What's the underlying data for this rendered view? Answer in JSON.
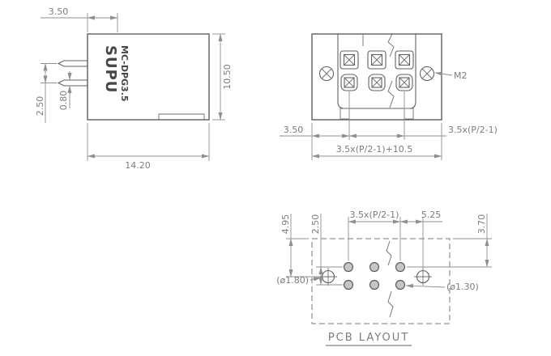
{
  "side_view": {
    "brand": "SUPU",
    "model": "MC-DPG3.5",
    "dim_top": "3.50",
    "dim_height": "10.50",
    "dim_width": "14.20",
    "dim_pin_pitch": "2.50",
    "dim_pin_size": "0.80"
  },
  "front_view": {
    "screw_label": "M2",
    "dim_edge_offset": "3.50",
    "dim_pitch": "3.5x(P/2-1)",
    "dim_overall": "3.5x(P/2-1)+10.5"
  },
  "pcb_view": {
    "caption": "PCB LAYOUT",
    "dim_hole_v": "4.95",
    "dim_row_pitch": "2.50",
    "dim_pitch": "3.5x(P/2-1)",
    "dim_hole_offset": "5.25",
    "dim_pad_v": "3.70",
    "hole_dia_mount": "(ø1.80)",
    "hole_dia_pad": "(ø1.30)"
  },
  "colors": {
    "line": "#5e5e5e",
    "dim": "#8f8f8f",
    "text": "#7c7c7c"
  }
}
